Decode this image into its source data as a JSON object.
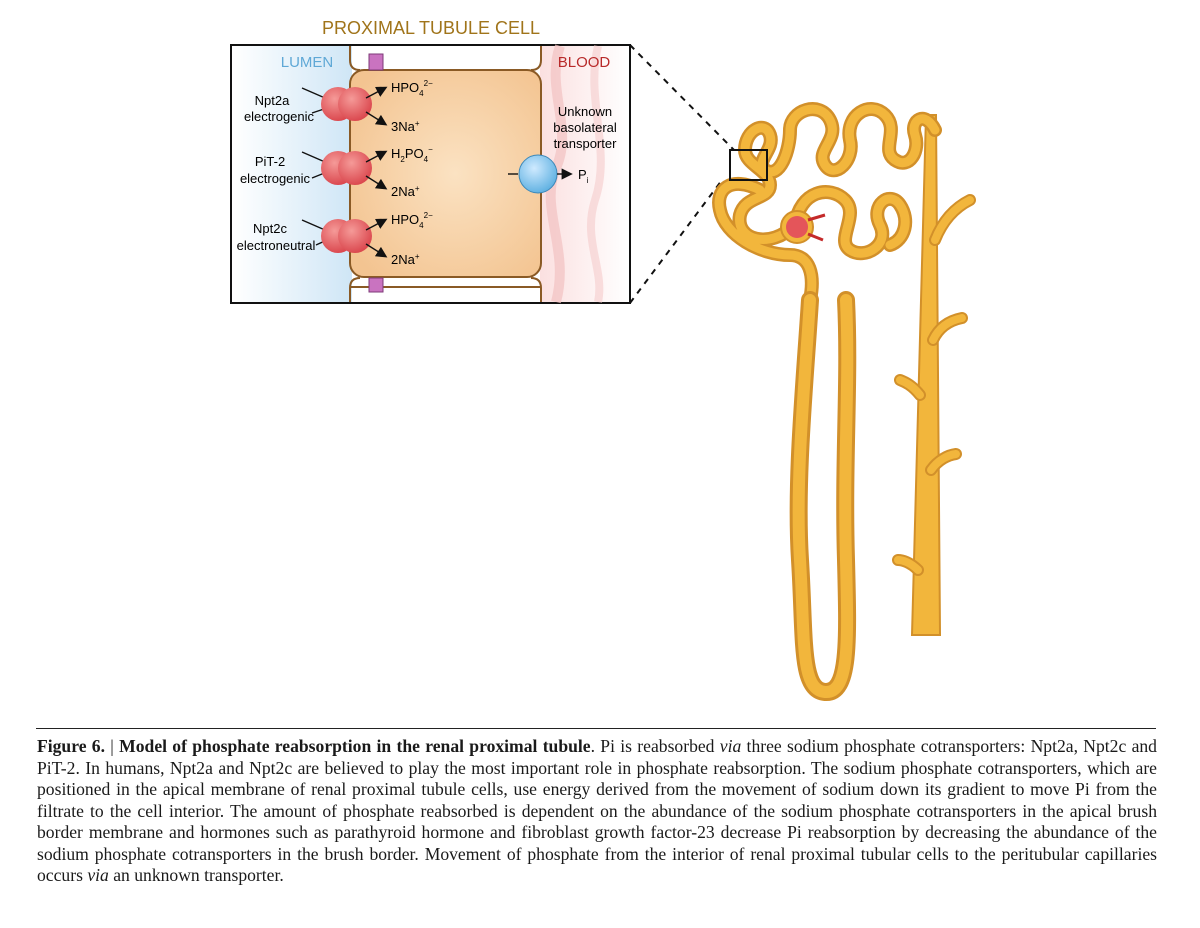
{
  "diagram": {
    "title": "PROXIMAL TUBULE CELL",
    "lumen_label": "LUMEN",
    "blood_label": "BLOOD",
    "transporters": [
      {
        "name": "Npt2a",
        "type": "electrogenic",
        "ion": "HPO",
        "ion_sub": "4",
        "ion_sup": "2−",
        "na": "3Na",
        "na_sup": "+"
      },
      {
        "name": "PiT-2",
        "type": "electrogenic",
        "ion": "H",
        "ion_h_sub": "2",
        "ion_tail": "PO",
        "ion_sub": "4",
        "ion_sup": "−",
        "na": "2Na",
        "na_sup": "+"
      },
      {
        "name": "Npt2c",
        "type": "electroneutral",
        "ion": "HPO",
        "ion_sub": "4",
        "ion_sup": "2−",
        "na": "2Na",
        "na_sup": "+"
      }
    ],
    "basolateral": {
      "line1": "Unknown",
      "line2": "basolateral",
      "line3": "transporter",
      "pi": "P",
      "pi_sub": "i"
    },
    "colors": {
      "title": "#a0741a",
      "lumen": "#5fa8d6",
      "blood": "#b82a2a",
      "tubule": "#f2b63c",
      "transporter": "#e4555a",
      "basolateral_channel": "#6ab8e8"
    }
  },
  "caption": {
    "figure_label": "Figure 6.",
    "separator": " | ",
    "title": "Model of phosphate reabsorption in the renal proximal tubule",
    "t1": ". Pi is reabsorbed ",
    "via1": "via",
    "t2": " three sodium phosphate cotransporters: Npt2a, Npt2c and PiT-2. In humans, Npt2a and Npt2c are believed to play the most important role in phosphate reabsorption. The sodium phosphate cotransporters, which are positioned in the apical membrane of renal proximal tubule cells, use energy derived from the movement of sodium down its gradient to move Pi from the filtrate to the cell interior. The amount of phosphate reabsorbed is dependent on the abundance of the sodium phosphate cotransporters in the apical brush border membrane and hormones such as parathyroid hormone and fibroblast growth factor-23 decrease Pi reabsorption by decreasing the abundance of the sodium phosphate cotransporters in the brush border. Movement of phosphate from the interior of renal proximal tubular cells to the peritubular capillaries occurs ",
    "via2": "via",
    "t3": " an unknown transporter."
  }
}
